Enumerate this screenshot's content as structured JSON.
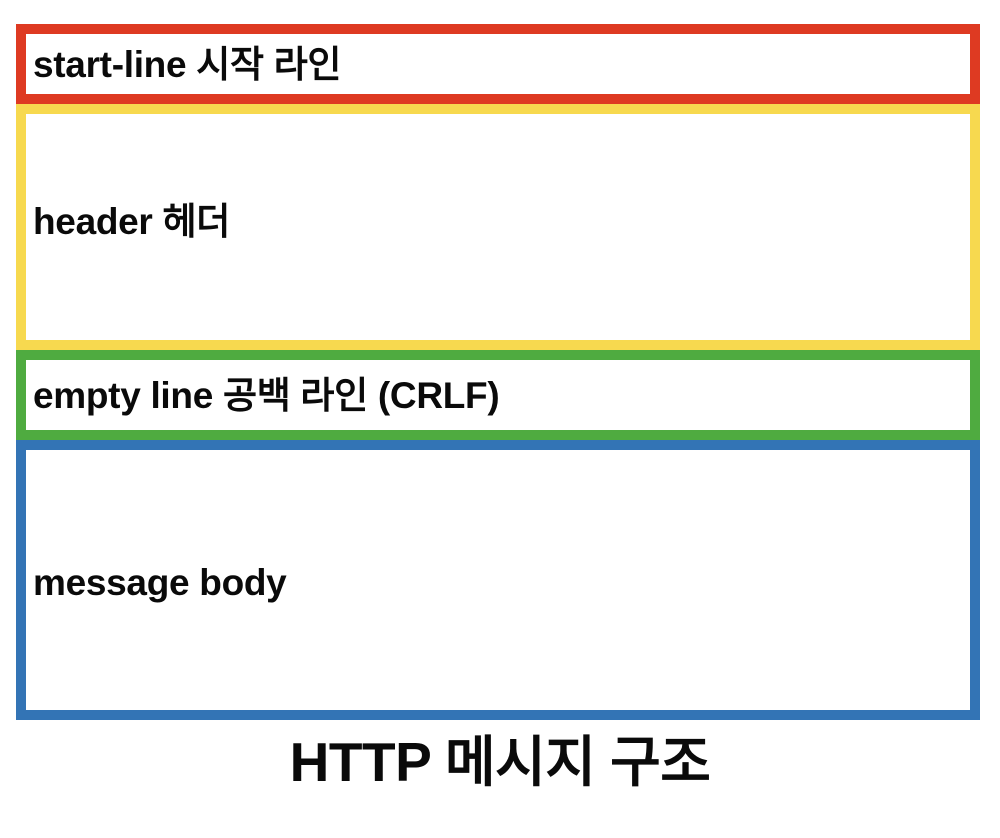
{
  "diagram": {
    "title": "HTTP 메시지 구조",
    "background": "#ffffff",
    "text_color": "#0a0a0a",
    "sections": [
      {
        "id": "start-line",
        "label": "start-line 시작 라인",
        "border_color": "#DE3A22",
        "fill_color": "#ffffff"
      },
      {
        "id": "header",
        "label": "header 헤더",
        "border_color": "#F7D94F",
        "fill_color": "#ffffff"
      },
      {
        "id": "empty-line",
        "label": "empty line 공백 라인 (CRLF)",
        "border_color": "#4FAB40",
        "fill_color": "#ffffff"
      },
      {
        "id": "message-body",
        "label": "message body",
        "border_color": "#3374B5",
        "fill_color": "#ffffff"
      }
    ]
  }
}
